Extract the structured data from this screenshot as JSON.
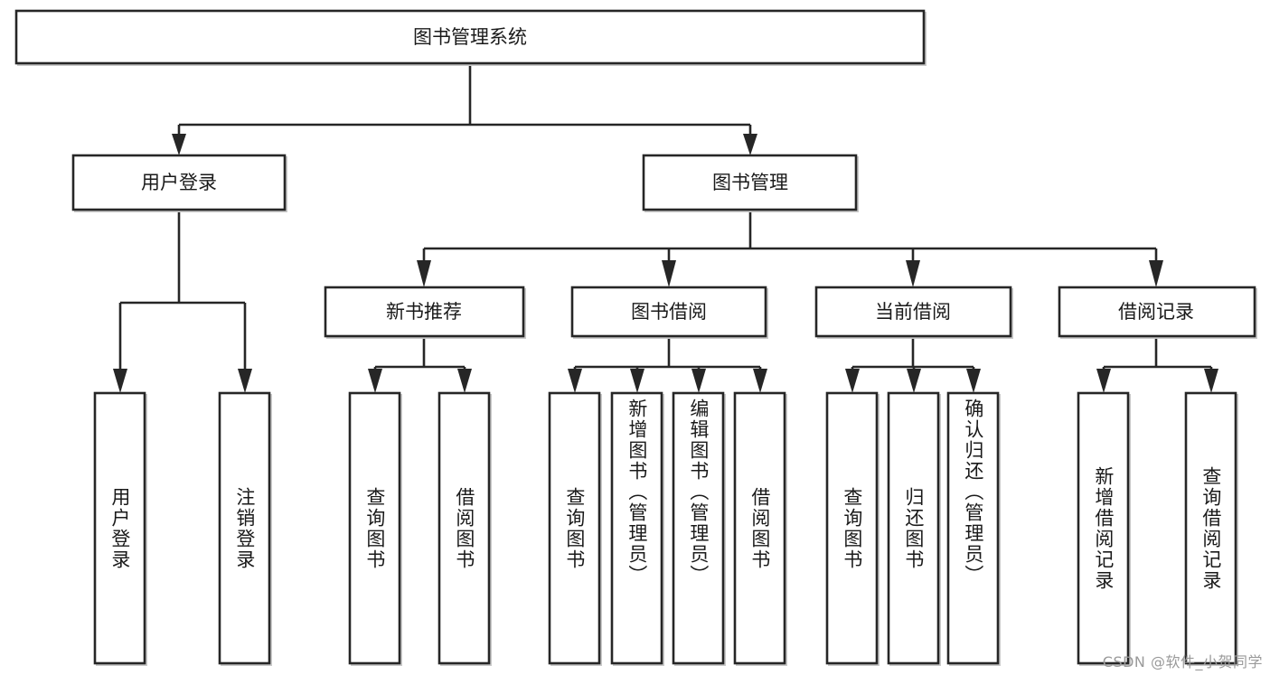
{
  "diagram": {
    "type": "tree",
    "title": "图书管理系统",
    "orientation": "top-down",
    "colors": {
      "box_fill": "#ffffff",
      "box_border": "#262626",
      "connector": "#262626",
      "text": "#1a1a1a",
      "watermark": "#9a9a9a",
      "background": "#ffffff"
    },
    "root": {
      "label": "图书管理系统"
    },
    "level2": [
      {
        "label": "用户登录"
      },
      {
        "label": "图书管理"
      }
    ],
    "level3": [
      {
        "label": "新书推荐"
      },
      {
        "label": "图书借阅"
      },
      {
        "label": "当前借阅"
      },
      {
        "label": "借阅记录"
      }
    ],
    "leaves": {
      "user_login": [
        {
          "label": "用户登录"
        },
        {
          "label": "注销登录"
        }
      ],
      "new_book_recommend": [
        {
          "label": "查询图书"
        },
        {
          "label": "借阅图书"
        }
      ],
      "book_borrow": [
        {
          "label": "查询图书"
        },
        {
          "label": "新增图书（管理员）"
        },
        {
          "label": "编辑图书（管理员）"
        },
        {
          "label": "借阅图书"
        }
      ],
      "current_borrow": [
        {
          "label": "查询图书"
        },
        {
          "label": "归还图书"
        },
        {
          "label": "确认归还（管理员）"
        }
      ],
      "borrow_records": [
        {
          "label": "新增借阅记录"
        },
        {
          "label": "查询借阅记录"
        }
      ]
    }
  },
  "watermark": {
    "text": "CSDN @软件_小贺同学"
  }
}
